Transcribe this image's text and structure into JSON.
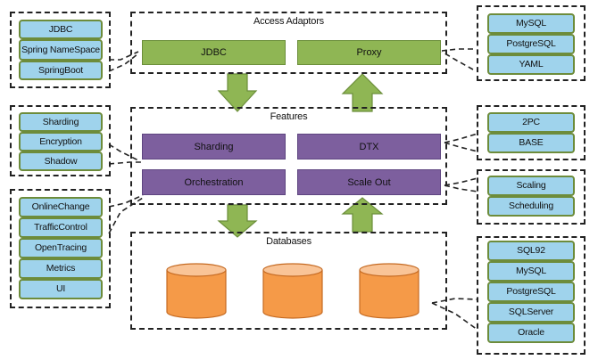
{
  "diagram": {
    "access_adaptors": {
      "title": "Access Adaptors",
      "items": [
        "JDBC",
        "Proxy"
      ]
    },
    "features": {
      "title": "Features",
      "items": [
        "Sharding",
        "DTX",
        "Orchestration",
        "Scale Out"
      ]
    },
    "databases": {
      "title": "Databases",
      "icons": [
        "database-icon",
        "database-icon",
        "database-icon"
      ]
    },
    "groups": {
      "access_left": [
        "JDBC",
        "Spring NameSpace",
        "SpringBoot"
      ],
      "access_right": [
        "MySQL",
        "PostgreSQL",
        "YAML"
      ],
      "sharding_left": [
        "Sharding",
        "Encryption",
        "Shadow"
      ],
      "orchestration_left": [
        "OnlineChange",
        "TrafficControl",
        "OpenTracing",
        "Metrics",
        "UI"
      ],
      "dtx_right": [
        "2PC",
        "BASE"
      ],
      "scaleout_right": [
        "Scaling",
        "Scheduling"
      ],
      "databases_right": [
        "SQL92",
        "MySQL",
        "PostgreSQL",
        "SQLServer",
        "Oracle"
      ]
    },
    "colors": {
      "adaptor_green": "#8fb654",
      "feature_purple": "#7d5f9e",
      "item_blue": "#9fd3ec",
      "item_border_green": "#6d8c3b",
      "database_orange": "#f59a48"
    }
  }
}
